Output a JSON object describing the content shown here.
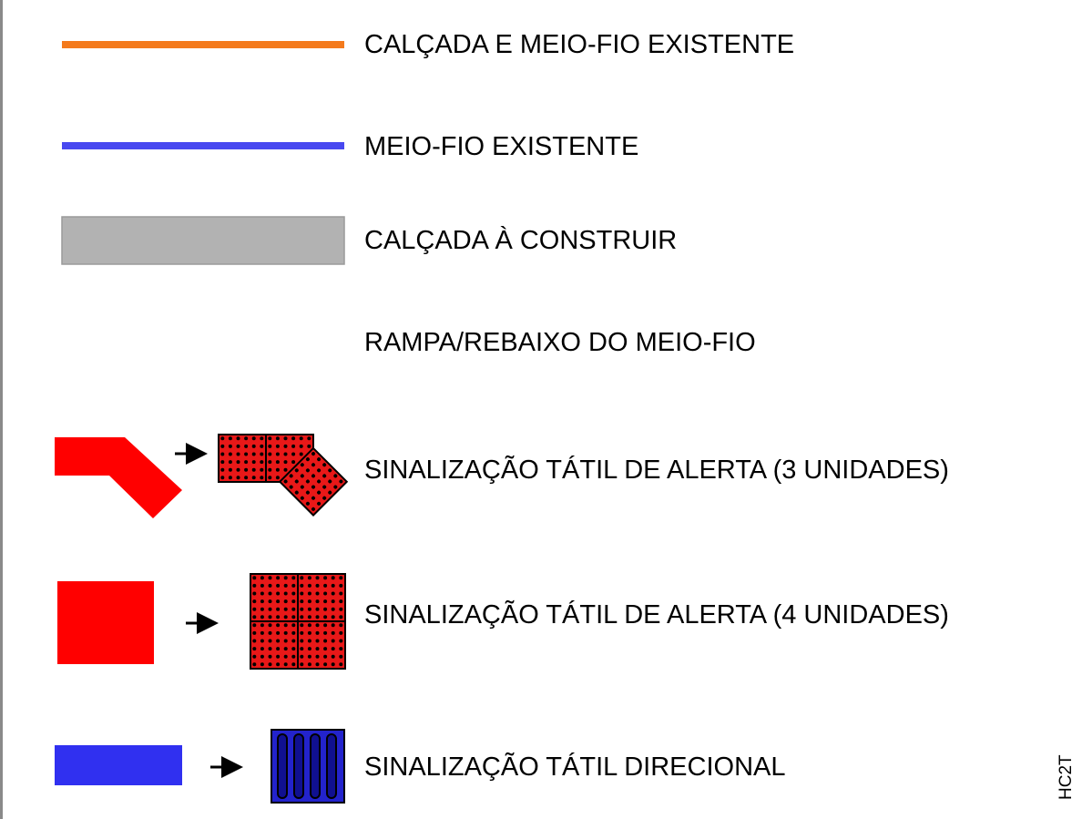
{
  "colors": {
    "existing_sidewalk_curb": "#f47a1c",
    "existing_curb": "#4848f0",
    "sidewalk_to_build": "#b2b2b2",
    "tactile_alert": "#ff0000",
    "tactile_alert_tile": "#e81818",
    "tactile_directional": "#3030f0",
    "tactile_directional_tile": "#2323cc"
  },
  "legend": {
    "items": [
      {
        "label": "CALÇADA E MEIO-FIO EXISTENTE",
        "symbol": "orange-line"
      },
      {
        "label": "MEIO-FIO EXISTENTE",
        "symbol": "blue-line"
      },
      {
        "label": "CALÇADA À CONSTRUIR",
        "symbol": "gray-band"
      },
      {
        "label": "RAMPA/REBAIXO DO MEIO-FIO",
        "symbol": "none"
      },
      {
        "label": "SINALIZAÇÃO TÁTIL DE ALERTA (3 UNIDADES)",
        "symbol": "red-bent-to-dotted-tiles"
      },
      {
        "label": "SINALIZAÇÃO TÁTIL DE ALERTA (4 UNIDADES)",
        "symbol": "red-square-to-dotted-tiles"
      },
      {
        "label": "SINALIZAÇÃO TÁTIL DIRECIONAL",
        "symbol": "blue-bar-to-grooved-tile"
      }
    ]
  },
  "sheet_code": "HC2T"
}
